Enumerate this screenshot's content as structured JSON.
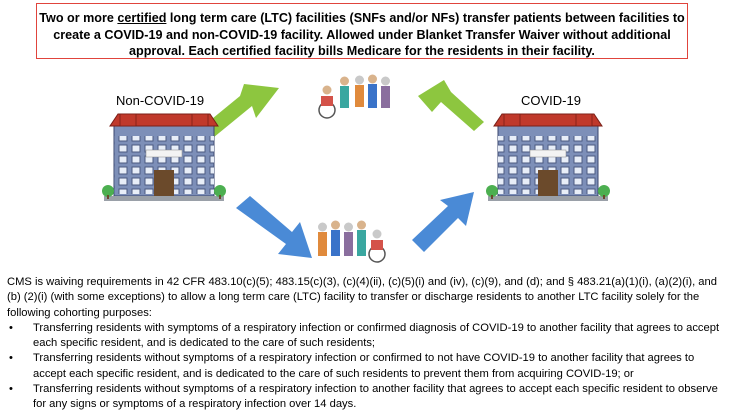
{
  "headline": {
    "part1": "Two or more ",
    "underlined": "certified",
    "part2": " long term care (LTC) facilities (SNFs and/or NFs) transfer patients between facilities to create a COVID-19 and non-COVID-19 facility.  Allowed under Blanket Transfer Waiver without additional approval. Each certified facility bills Medicare for the residents in their facility."
  },
  "labels": {
    "non_covid": "Non-COVID-19",
    "covid": "COVID-19"
  },
  "colors": {
    "headline_border": "#e0443c",
    "green_arrow": "#8dc63f",
    "blue_arrow": "#4a8ad6",
    "building_roof": "#c0392b",
    "building_wall": "#7d8fb8"
  },
  "body": {
    "intro": "CMS is waiving requirements in 42 CFR 483.10(c)(5); 483.15(c)(3), (c)(4)(ii), (c)(5)(i) and (iv), (c)(9), and (d); and § 483.21(a)(1)(i), (a)(2)(i), and (b) (2)(i) (with some exceptions) to allow a long term care (LTC) facility to transfer or discharge residents to another LTC facility solely for the following cohorting purposes:",
    "bullets": [
      "Transferring residents with symptoms of a respiratory infection or confirmed diagnosis of COVID-19 to another facility that agrees to accept each specific resident, and is dedicated to the care of such residents;",
      "Transferring residents without symptoms of a respiratory infection or confirmed to not have COVID-19 to another facility that agrees to accept each specific resident, and is dedicated to the care of such residents to prevent them from acquiring COVID-19; or",
      "Transferring residents without symptoms of a respiratory infection to another facility that agrees to accept each specific resident to observe for any signs or symptoms of a respiratory infection over 14 days."
    ],
    "bullet_glyph": "•"
  }
}
